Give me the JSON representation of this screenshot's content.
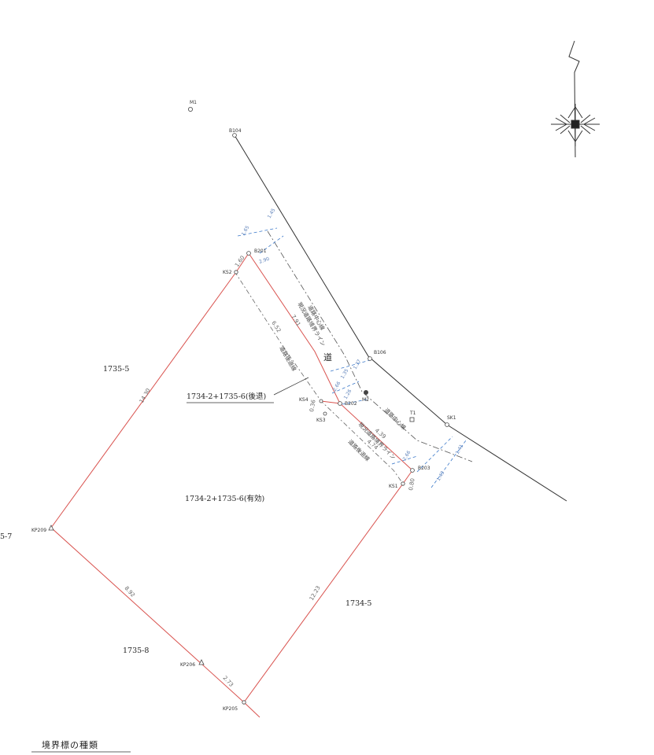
{
  "parcels": {
    "main": "1734-2+1735-6(有効)",
    "setback": "1734-2+1735-6(後退)",
    "north_west": "1735-5",
    "south_west": "1735-8",
    "south_east": "1734-5",
    "west_edge": "5-7"
  },
  "road_char": "道",
  "points": {
    "m1": "M1",
    "b104": "B104",
    "b201": "B201",
    "ks2": "KS2",
    "b106": "B106",
    "m2": "M2",
    "b202": "B202",
    "ks4": "KS4",
    "ks3": "KS3",
    "t1": "T1",
    "sk1": "SK1",
    "b203": "B203",
    "ks1": "KS1",
    "kp209": "KP209",
    "kp206": "KP206",
    "kp205": "KP205"
  },
  "dimensions": {
    "left_side": "14.30",
    "bottom_left": "8.92",
    "bottom_right": "2.73",
    "right_side": "12.23",
    "upper_setback": "7.91",
    "lower_setback": "4.39",
    "offset_1": "6.52",
    "offset_2": "4.74",
    "ks4_gap": "0.36",
    "ks1_gap": "0.80",
    "ks2_gap": "1.60"
  },
  "blue_dimensions": {
    "top_a": "1.65",
    "top_b": "1.45",
    "top_c": "2.90",
    "mid_a": "1.37",
    "mid_b": "1.35",
    "mid_c": "2.66",
    "mid_d": "1.26",
    "low_a": "2.66",
    "low_b": "1.43",
    "low_c": "1.41"
  },
  "road_labels": {
    "center_line_upper": "道路中心線",
    "center_line_lower": "道路中心線",
    "current_boundary_upper": "現況道路境界ライン",
    "current_boundary_lower": "現況道路境界ライン",
    "setback_line_upper": "道路後退線",
    "setback_line_lower": "道路後退線"
  },
  "legend_title": "境界標の種類",
  "colors": {
    "boundary_red": "#d9534f",
    "road_black": "#333333",
    "dim_blue": "#3a78c9",
    "centerline_gray": "#555555"
  }
}
